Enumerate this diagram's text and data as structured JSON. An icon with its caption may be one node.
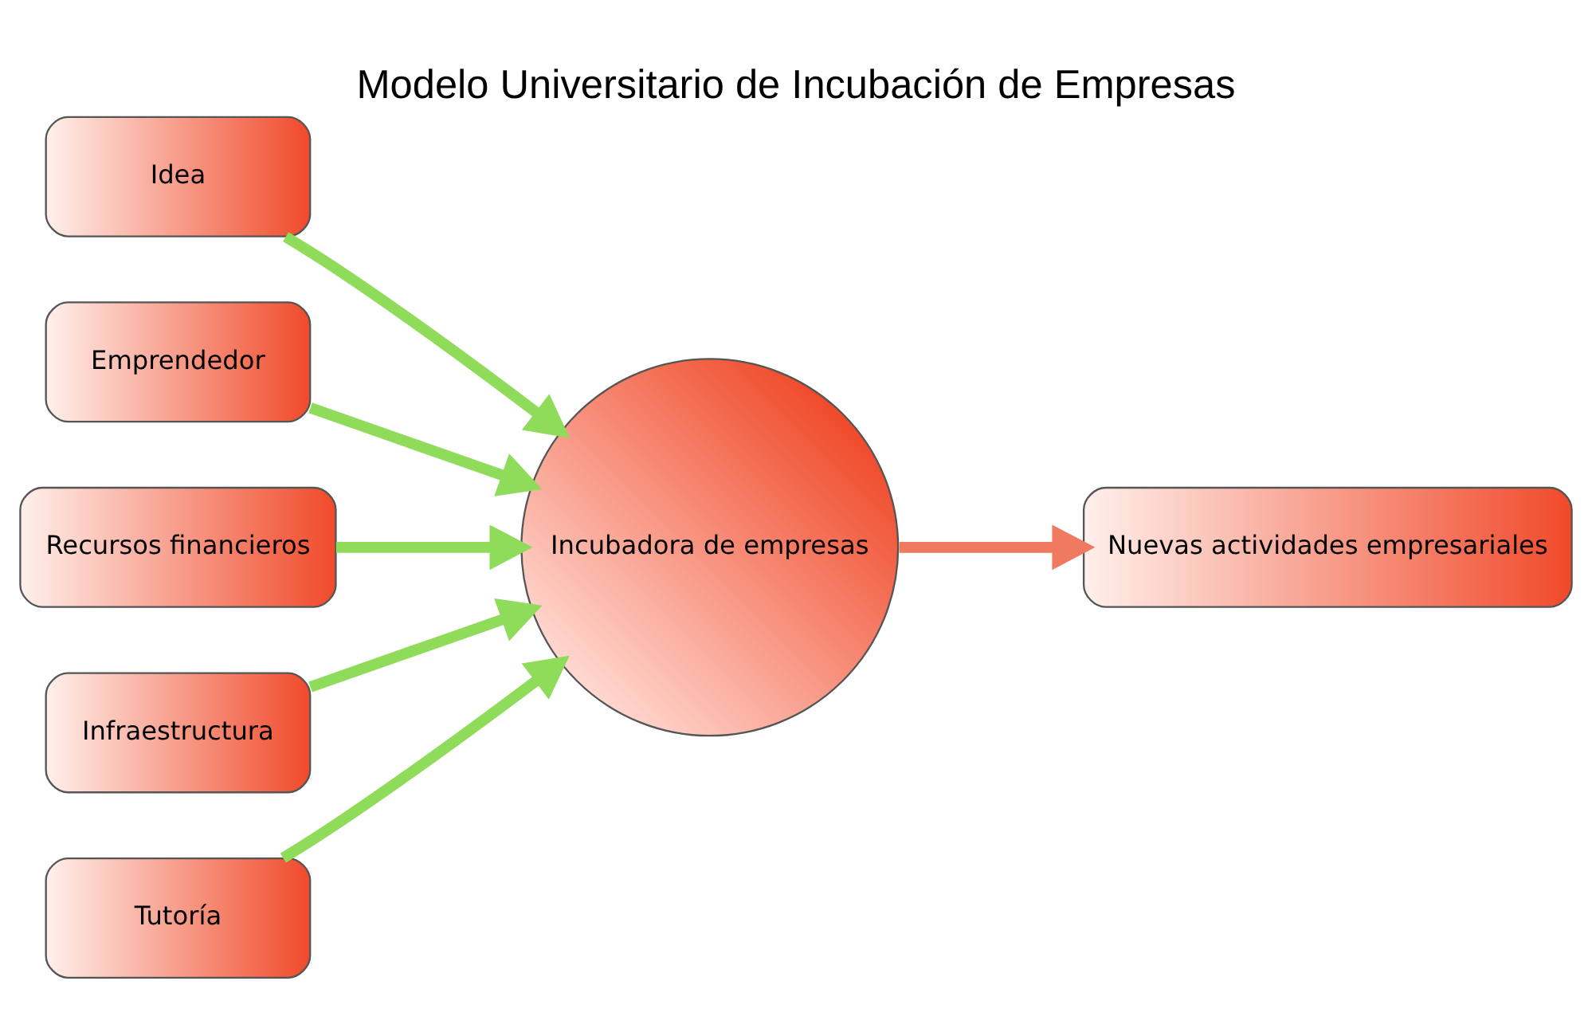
{
  "diagram": {
    "title": "Modelo Universitario de Incubación de Empresas",
    "nodes": [
      {
        "text": [
          "Idea"
        ]
      },
      {
        "text": [
          "Emprendedor"
        ]
      },
      {
        "text": [
          "Recursos financieros"
        ]
      },
      {
        "text": [
          "Infraestructura"
        ]
      },
      {
        "text": [
          "Tutoría"
        ]
      },
      {
        "text": [
          "Incubadora de empresas"
        ]
      },
      {
        "text": [
          "Nuevas actividades empresariales"
        ]
      }
    ],
    "edges": [
      {
        "from": 0,
        "to": 5,
        "arrow": "to"
      },
      {
        "from": 1,
        "to": 5,
        "arrow": "to"
      },
      {
        "from": 2,
        "to": 5,
        "arrow": "to"
      },
      {
        "from": 3,
        "to": 5,
        "arrow": "to"
      },
      {
        "from": 4,
        "to": 5,
        "arrow": "to"
      },
      {
        "from": 5,
        "to": 6,
        "arrow": "to",
        "color": "#f07a60"
      }
    ]
  }
}
